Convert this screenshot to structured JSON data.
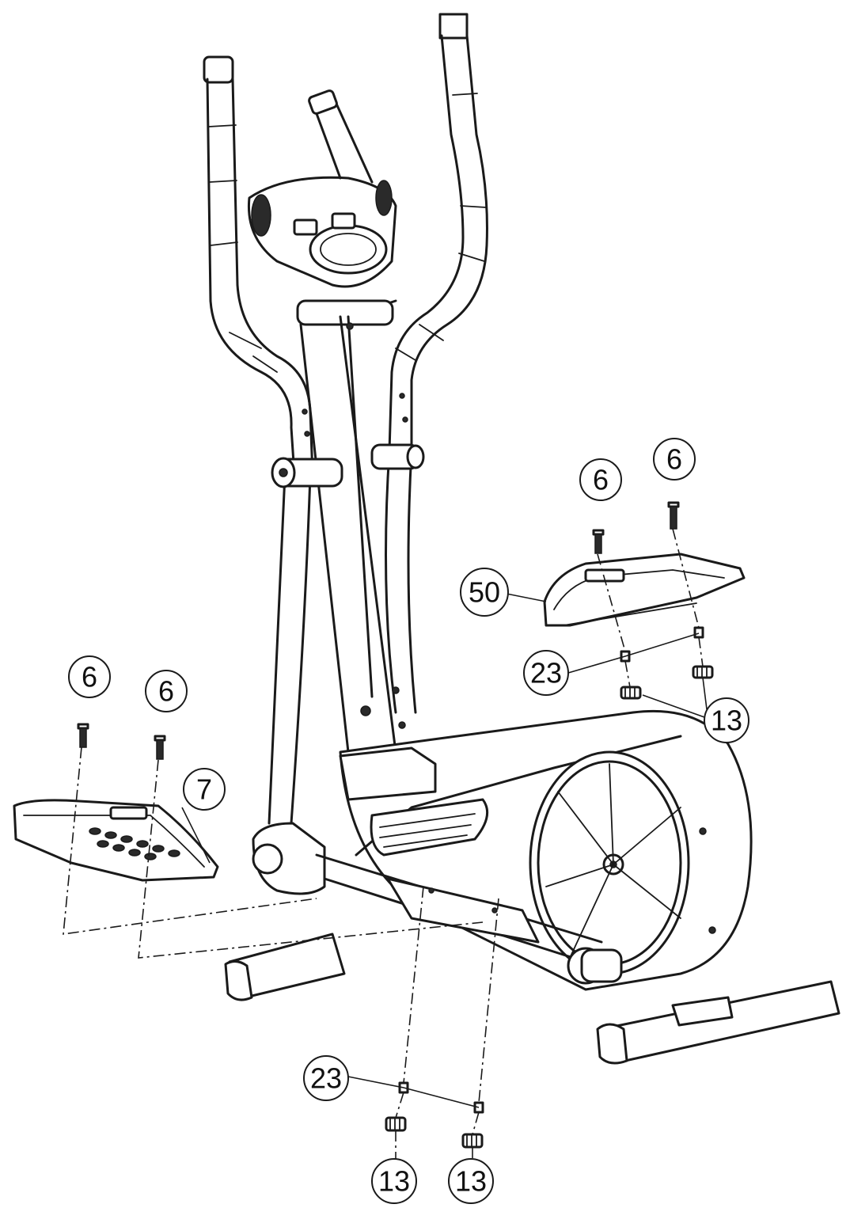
{
  "callouts": {
    "c1": "6",
    "c2": "6",
    "c3": "50",
    "c4": "23",
    "c5": "13",
    "c6": "6",
    "c7": "6",
    "c8": "7",
    "c9": "23",
    "c10": "13",
    "c11": "13"
  }
}
